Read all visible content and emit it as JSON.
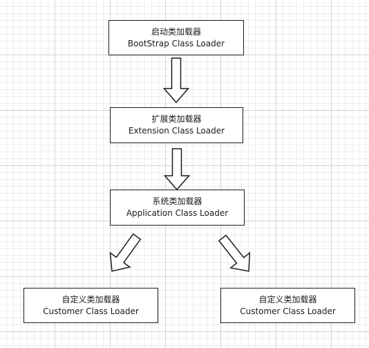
{
  "diagram": {
    "nodes": [
      {
        "id": "bootstrap",
        "title": "启动类加载器",
        "subtitle": "BootStrap Class Loader"
      },
      {
        "id": "extension",
        "title": "扩展类加载器",
        "subtitle": "Extension Class Loader"
      },
      {
        "id": "application",
        "title": "系统类加载器",
        "subtitle": "Application Class Loader"
      },
      {
        "id": "custom-left",
        "title": "自定义类加载器",
        "subtitle": "Customer Class Loader"
      },
      {
        "id": "custom-right",
        "title": "自定义类加载器",
        "subtitle": "Customer Class Loader"
      }
    ],
    "edges": [
      {
        "from": "bootstrap",
        "to": "extension"
      },
      {
        "from": "extension",
        "to": "application"
      },
      {
        "from": "application",
        "to": "custom-left"
      },
      {
        "from": "application",
        "to": "custom-right"
      }
    ],
    "colors": {
      "stroke": "#1a1a1a",
      "fill": "#ffffff",
      "grid": "#d2d2d2"
    }
  }
}
